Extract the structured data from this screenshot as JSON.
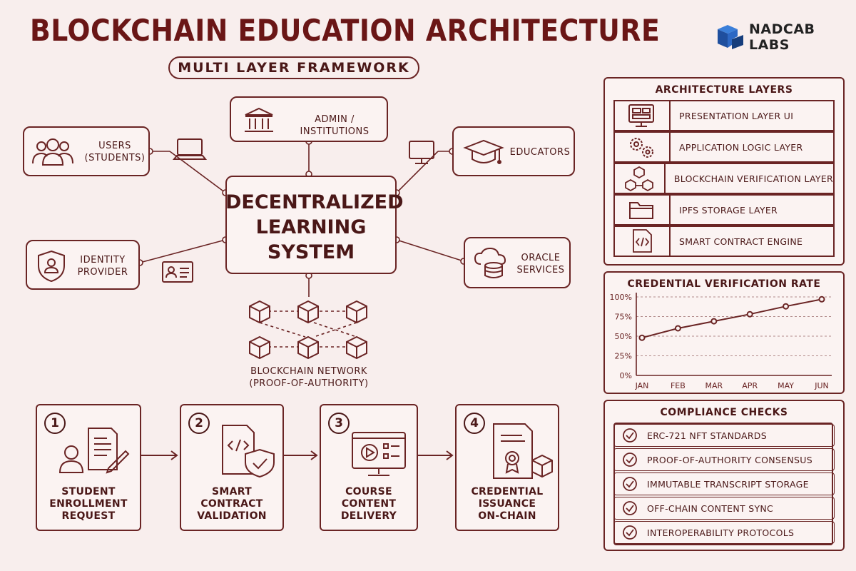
{
  "header": {
    "title": "BLOCKCHAIN EDUCATION ARCHITECTURE",
    "subtitle": "MULTI LAYER FRAMEWORK",
    "brand": "NADCAB LABS"
  },
  "diagram": {
    "core": [
      "DECENTRALIZED",
      "LEARNING",
      "SYSTEM"
    ],
    "nodes": {
      "admin": "ADMIN / INSTITUTIONS",
      "users": [
        "USERS",
        "(STUDENTS)"
      ],
      "educators": "EDUCATORS",
      "identity": [
        "IDENTITY",
        "PROVIDER"
      ],
      "oracle": [
        "ORACLE",
        "SERVICES"
      ]
    },
    "network": [
      "BLOCKCHAIN NETWORK",
      "(PROOF-OF-AUTHORITY)"
    ]
  },
  "steps": [
    {
      "num": "1",
      "lines": [
        "STUDENT",
        "ENROLLMENT",
        "REQUEST"
      ]
    },
    {
      "num": "2",
      "lines": [
        "SMART",
        "CONTRACT",
        "VALIDATION"
      ]
    },
    {
      "num": "3",
      "lines": [
        "COURSE",
        "CONTENT",
        "DELIVERY"
      ]
    },
    {
      "num": "4",
      "lines": [
        "CREDENTIAL",
        "ISSUANCE",
        "ON-CHAIN"
      ]
    }
  ],
  "layers": {
    "title": "ARCHITECTURE LAYERS",
    "items": [
      {
        "label": "PRESENTATION LAYER UI",
        "icon": "monitor-layout-icon"
      },
      {
        "label": "APPLICATION LOGIC LAYER",
        "icon": "gears-icon"
      },
      {
        "label": "BLOCKCHAIN VERIFICATION LAYER",
        "icon": "cubes-network-icon"
      },
      {
        "label": "IPFS STORAGE LAYER",
        "icon": "folder-icon"
      },
      {
        "label": "SMART CONTRACT ENGINE",
        "icon": "code-file-icon"
      }
    ]
  },
  "chart_data": {
    "type": "line",
    "title": "CREDENTIAL VERIFICATION RATE",
    "categories": [
      "JAN",
      "FEB",
      "MAR",
      "APR",
      "MAY",
      "JUN"
    ],
    "values": [
      48,
      60,
      69,
      78,
      88,
      97
    ],
    "yticks": [
      "0%",
      "25%",
      "50%",
      "75%",
      "100%"
    ],
    "ylim": [
      0,
      100
    ],
    "grid": true
  },
  "compliance": {
    "title": "COMPLIANCE CHECKS",
    "items": [
      "ERC-721 NFT STANDARDS",
      "PROOF-OF-AUTHORITY CONSENSUS",
      "IMMUTABLE TRANSCRIPT STORAGE",
      "OFF-CHAIN CONTENT SYNC",
      "INTEROPERABILITY PROTOCOLS"
    ]
  },
  "colors": {
    "ink": "#6a2424",
    "title": "#6a1616",
    "background": "#f8eeed",
    "brand_blue": "#1f5fb8"
  }
}
